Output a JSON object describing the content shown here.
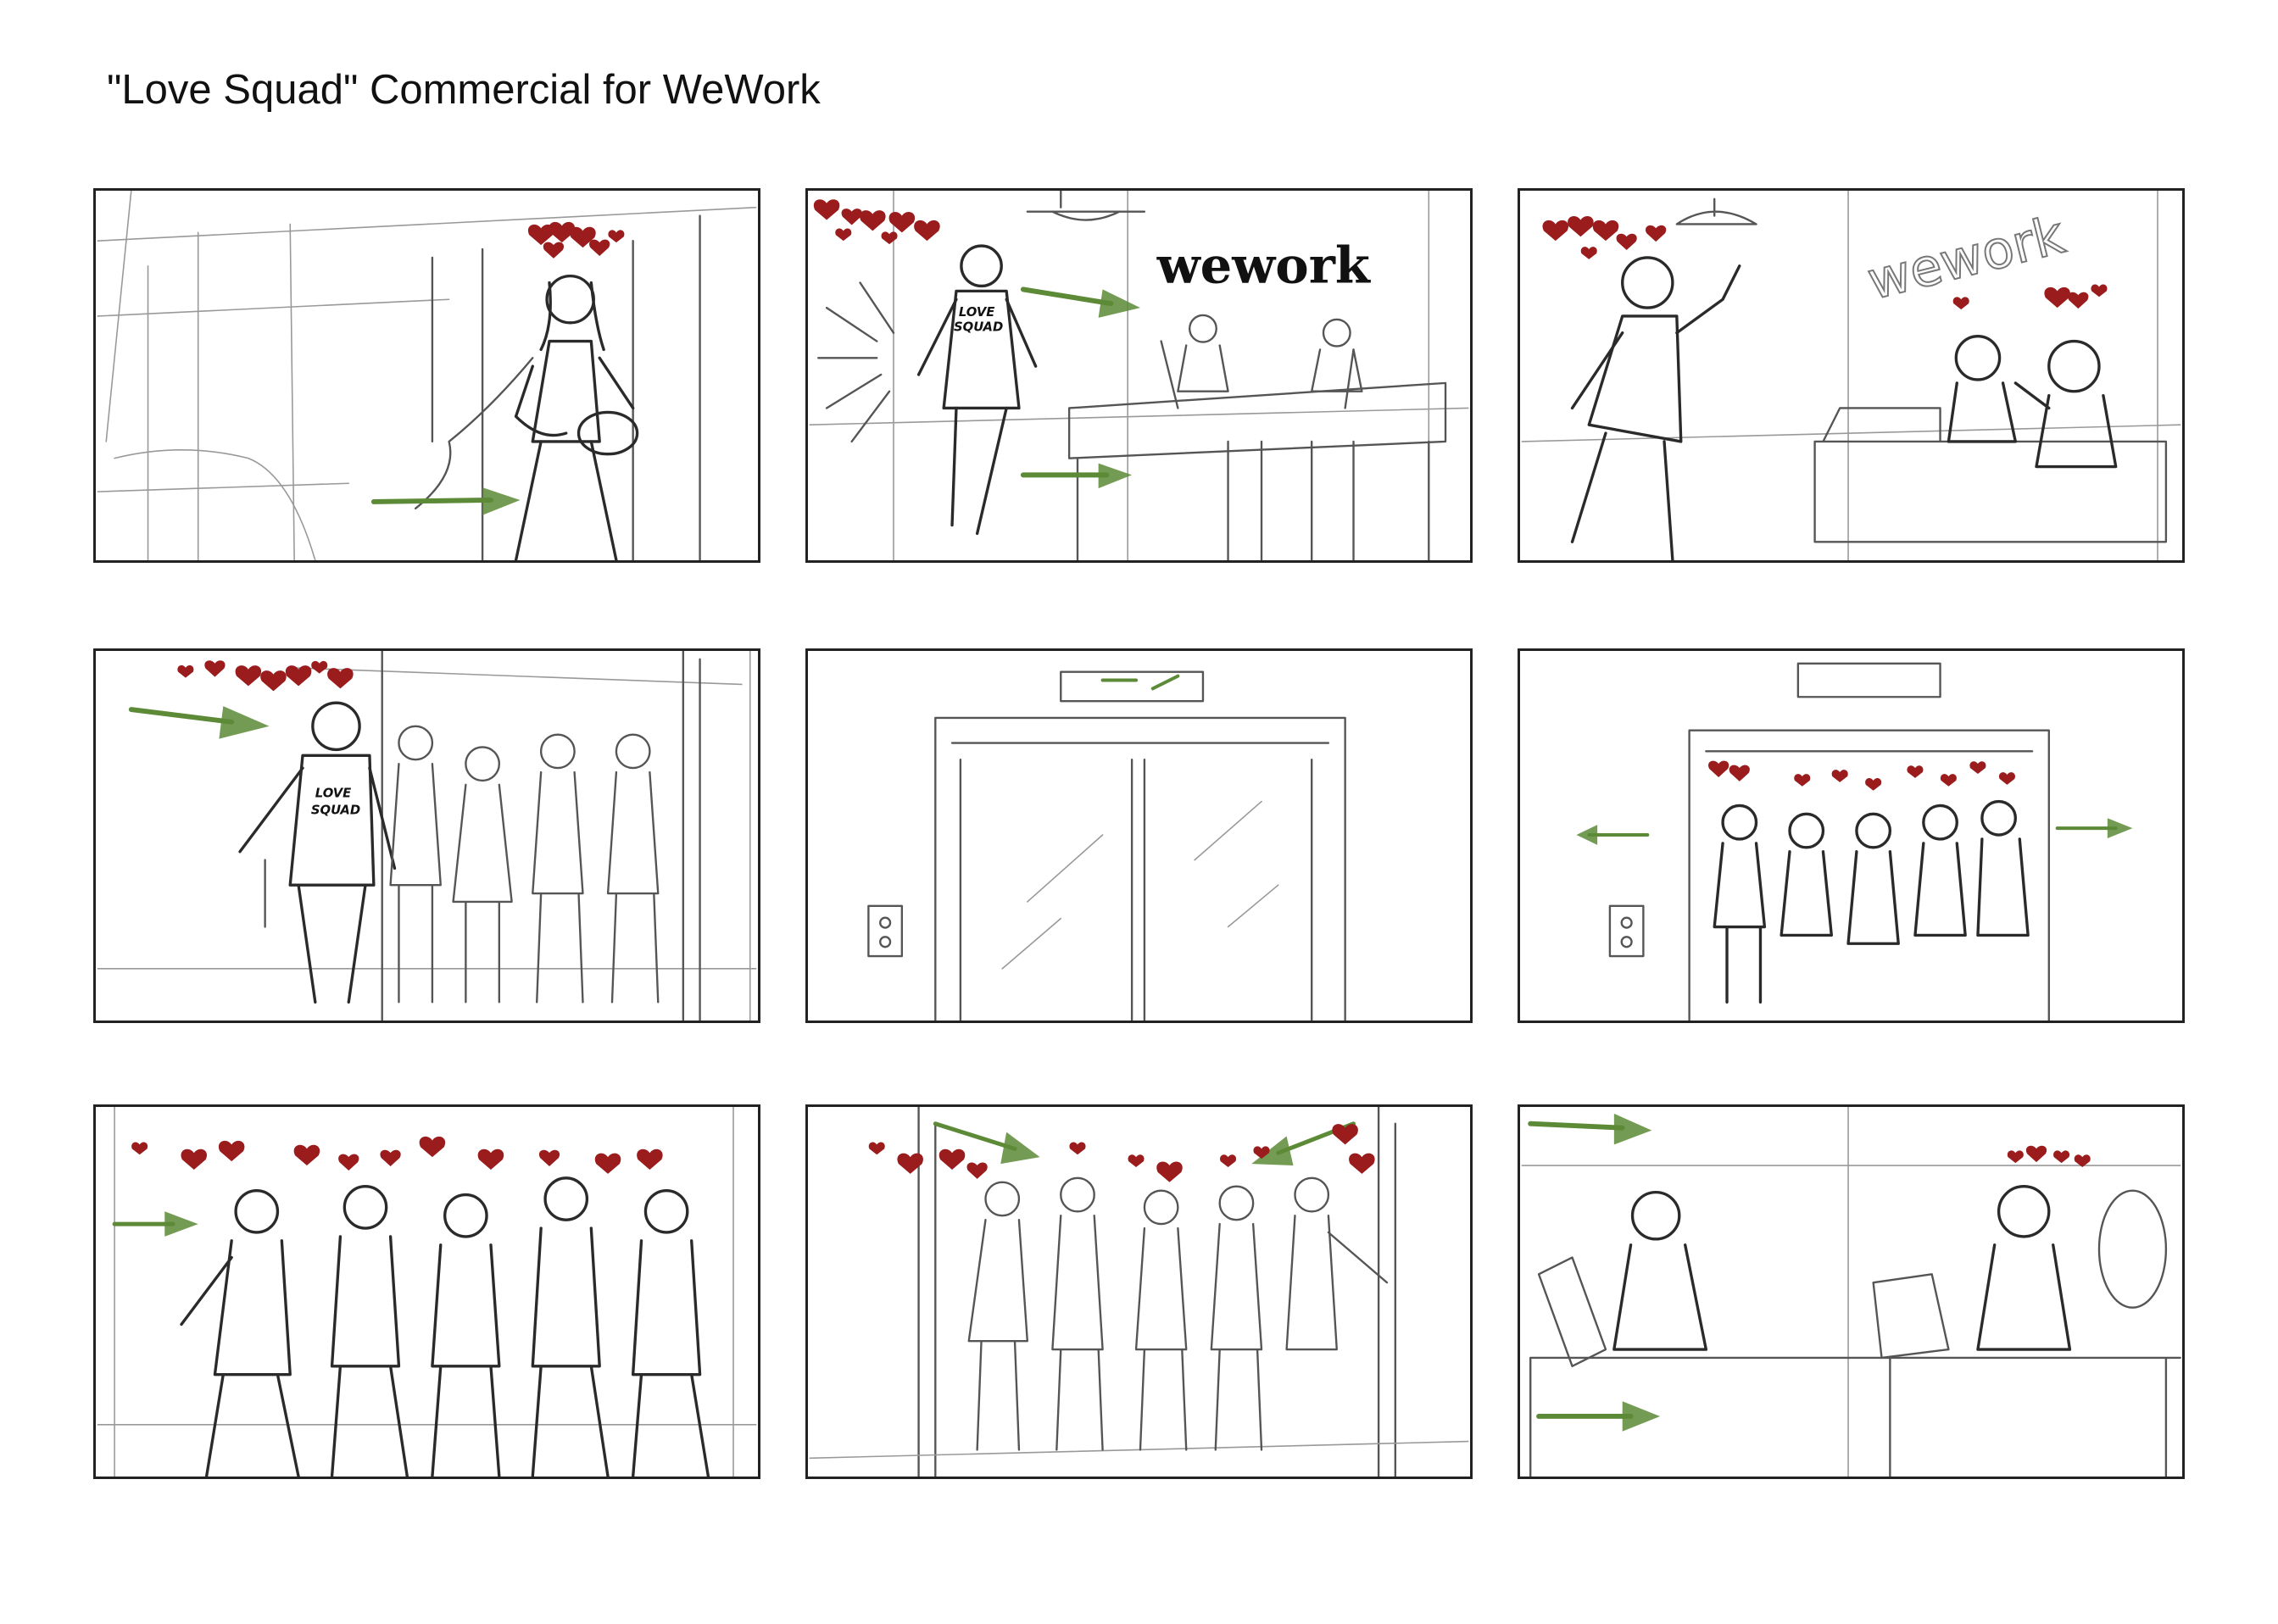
{
  "title": "\"Love Squad\" Commercial for WeWork",
  "panels": [
    {
      "id": 1,
      "texts": []
    },
    {
      "id": 2,
      "logo": "wework",
      "jacket_line1": "LOVE",
      "jacket_line2": "SQUAD"
    },
    {
      "id": 3,
      "sign": "wework"
    },
    {
      "id": 4,
      "jacket_line1": "LOVE",
      "jacket_line2": "SQUAD"
    },
    {
      "id": 5,
      "texts": []
    },
    {
      "id": 6,
      "texts": []
    },
    {
      "id": 7,
      "texts": []
    },
    {
      "id": 8,
      "texts": []
    },
    {
      "id": 9,
      "texts": []
    }
  ],
  "colors": {
    "heart": "#9b1c1c",
    "arrow": "#5c8a36",
    "frame": "#222222"
  },
  "icons": [
    "heart-icon",
    "arrow-icon"
  ]
}
